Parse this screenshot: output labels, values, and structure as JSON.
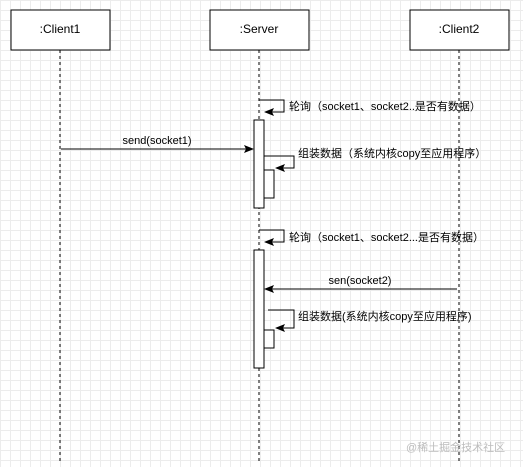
{
  "participants": {
    "client1": ":Client1",
    "server": ":Server",
    "client2": ":Client2"
  },
  "messages": {
    "poll1": "轮询（socket1、socket2..是否有数据）",
    "send1": "send(socket1)",
    "assemble1": "组装数据（系统内核copy至应用程序）",
    "poll2": "轮询（socket1、socket2...是否有数据）",
    "send2": "sen(socket2)",
    "assemble2": "组装数据(系统内核copy至应用程序)"
  },
  "watermark": "@稀土掘金技术社区"
}
